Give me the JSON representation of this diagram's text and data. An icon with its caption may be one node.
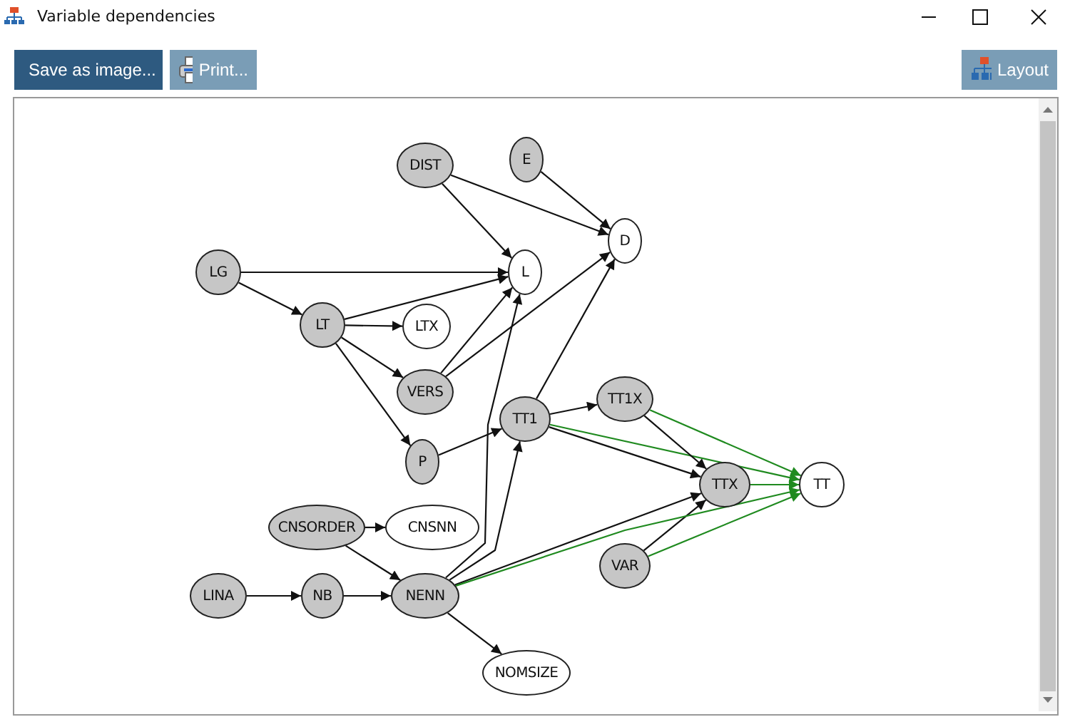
{
  "diagram": {
    "title": "Variable dependencies",
    "nodes": [
      {
        "text": [
          "DIST"
        ]
      },
      {
        "text": [
          "E"
        ]
      },
      {
        "text": [
          "D"
        ]
      },
      {
        "text": [
          "LG"
        ]
      },
      {
        "text": [
          "L"
        ]
      },
      {
        "text": [
          "LT"
        ]
      },
      {
        "text": [
          "LTX"
        ]
      },
      {
        "text": [
          "VERS"
        ]
      },
      {
        "text": [
          "TT1X"
        ]
      },
      {
        "text": [
          "TT1"
        ]
      },
      {
        "text": [
          "P"
        ]
      },
      {
        "text": [
          "TTX"
        ]
      },
      {
        "text": [
          "TT"
        ]
      },
      {
        "text": [
          "CNSORDER"
        ]
      },
      {
        "text": [
          "CNSNN"
        ]
      },
      {
        "text": [
          "VAR"
        ]
      },
      {
        "text": [
          "LINA"
        ]
      },
      {
        "text": [
          "NB"
        ]
      },
      {
        "text": [
          "NENN"
        ]
      },
      {
        "text": [
          "NOMSIZE"
        ]
      }
    ],
    "edges": [
      {
        "from": 0,
        "to": 4,
        "arrow": "to"
      },
      {
        "from": 0,
        "to": 2,
        "arrow": "to"
      },
      {
        "from": 1,
        "to": 2,
        "arrow": "to"
      },
      {
        "from": 3,
        "to": 4,
        "arrow": "to"
      },
      {
        "from": 3,
        "to": 5,
        "arrow": "to"
      },
      {
        "from": 5,
        "to": 4,
        "arrow": "to"
      },
      {
        "from": 5,
        "to": 6,
        "arrow": "to"
      },
      {
        "from": 5,
        "to": 7,
        "arrow": "to"
      },
      {
        "from": 5,
        "to": 10,
        "arrow": "to"
      },
      {
        "from": 7,
        "to": 4,
        "arrow": "to"
      },
      {
        "from": 7,
        "to": 2,
        "arrow": "to"
      },
      {
        "from": 18,
        "to": 4,
        "arrow": "to"
      },
      {
        "from": 9,
        "to": 2,
        "arrow": "to"
      },
      {
        "from": 10,
        "to": 9,
        "arrow": "to"
      },
      {
        "from": 9,
        "to": 8,
        "arrow": "to"
      },
      {
        "from": 9,
        "to": 11,
        "arrow": "to"
      },
      {
        "from": 9,
        "to": 12,
        "arrow": "to",
        "color": "#1f8a1f"
      },
      {
        "from": 8,
        "to": 11,
        "arrow": "to"
      },
      {
        "from": 8,
        "to": 12,
        "arrow": "to",
        "color": "#1f8a1f"
      },
      {
        "from": 11,
        "to": 12,
        "arrow": "to",
        "color": "#1f8a1f"
      },
      {
        "from": 15,
        "to": 11,
        "arrow": "to"
      },
      {
        "from": 15,
        "to": 12,
        "arrow": "to",
        "color": "#1f8a1f"
      },
      {
        "from": 18,
        "to": 11,
        "arrow": "to"
      },
      {
        "from": 18,
        "to": 12,
        "arrow": "to",
        "color": "#1f8a1f"
      },
      {
        "from": 18,
        "to": 9,
        "arrow": "to"
      },
      {
        "from": 13,
        "to": 14,
        "arrow": "to"
      },
      {
        "from": 13,
        "to": 18,
        "arrow": "to"
      },
      {
        "from": 16,
        "to": 17,
        "arrow": "to"
      },
      {
        "from": 17,
        "to": 18,
        "arrow": "to"
      },
      {
        "from": 18,
        "to": 19,
        "arrow": "to"
      }
    ],
    "labels": [
      "Save as image...",
      "Print...",
      "Layout"
    ]
  }
}
